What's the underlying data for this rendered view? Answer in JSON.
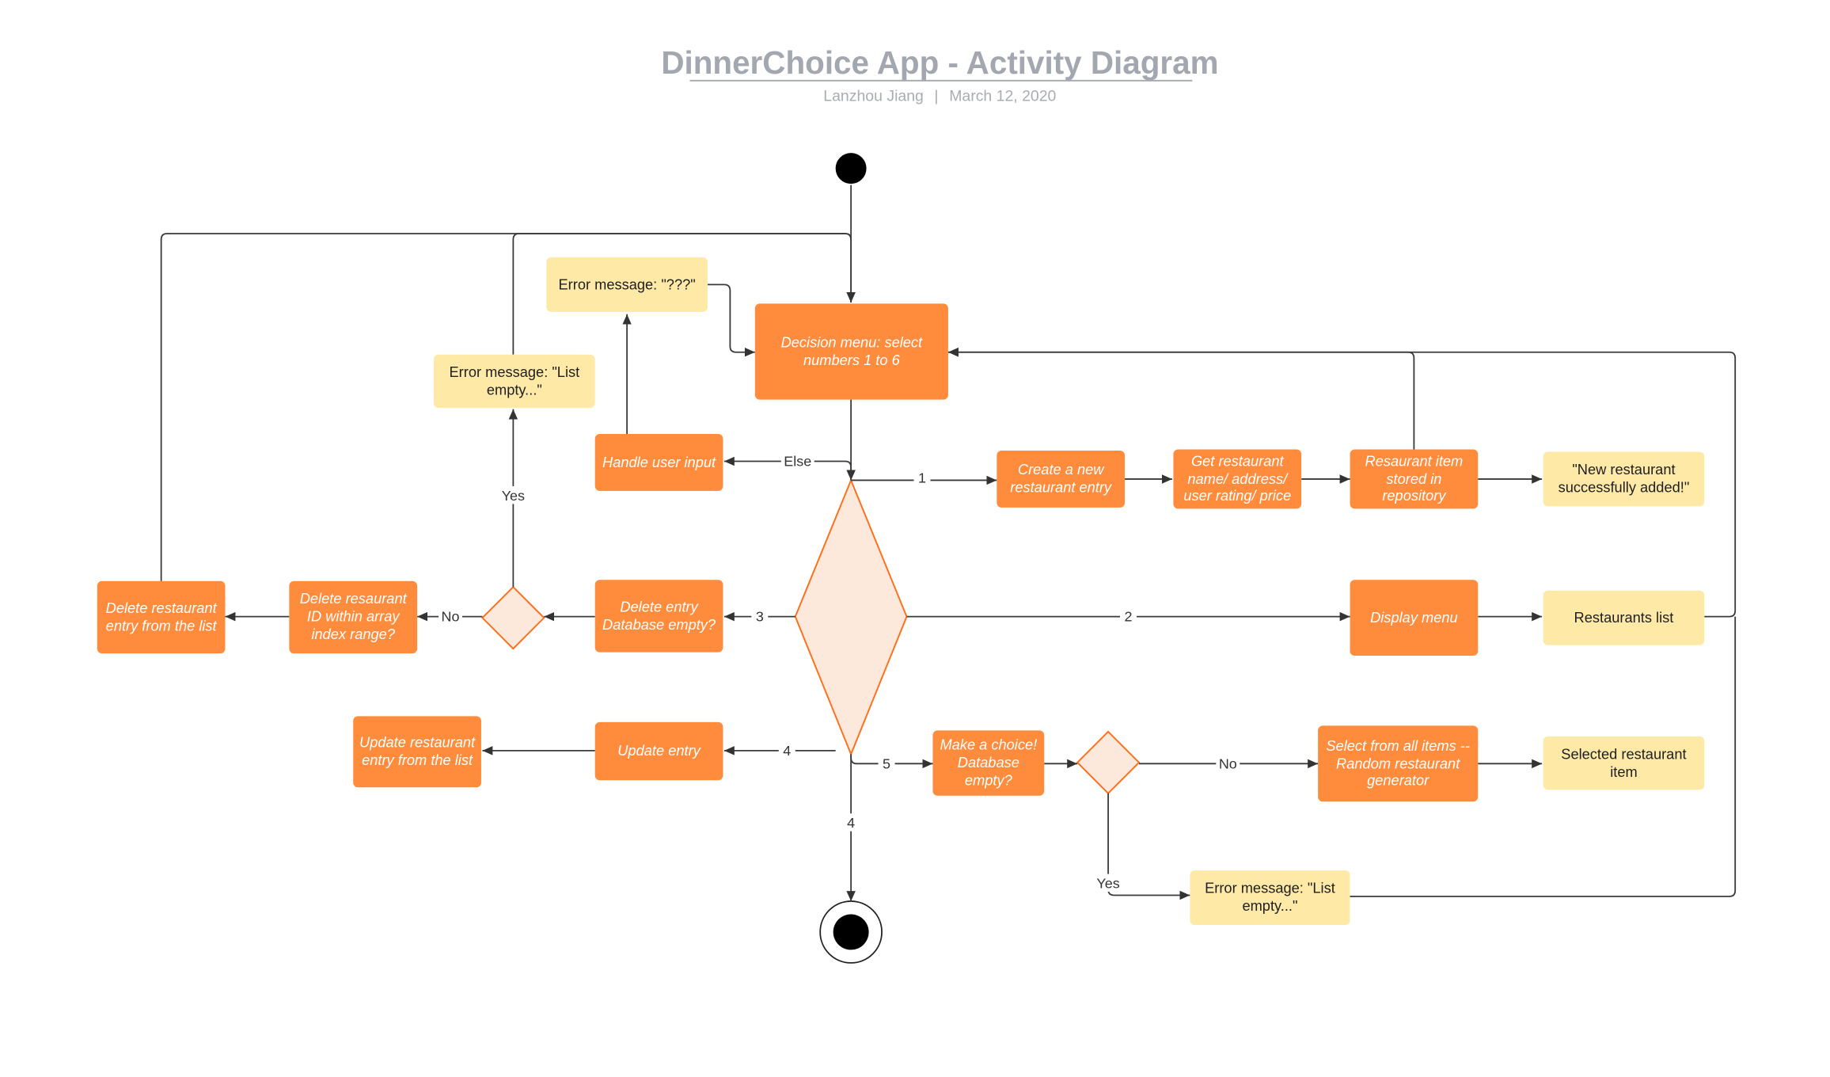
{
  "header": {
    "title": "DinnerChoice App - Activity Diagram",
    "author": "Lanzhou Jiang",
    "separator": "|",
    "date": "March 12, 2020"
  },
  "nodes": {
    "decision_menu": "Decision menu: select numbers 1 to 6",
    "error_unknown": "Error message: \"???\"",
    "error_list_empty_top": "Error message: \"List empty...\"",
    "handle_user_input": "Handle user input",
    "create_entry": "Create a new restaurant entry",
    "get_restaurant_info": "Get restaurant name/ address/ user rating/ price",
    "item_stored": "Resaurant item stored in repository",
    "new_restaurant_added": "\"New restaurant successfully added!\"",
    "delete_restaurant_entry": "Delete restaurant entry from the list",
    "delete_id_in_range": "Delete resaurant ID within array index range?",
    "delete_entry_db_empty": "Delete entry Database empty?",
    "display_menu": "Display menu",
    "restaurants_list": "Restaurants list",
    "update_restaurant_entry": "Update restaurant entry from the list",
    "update_entry": "Update entry",
    "make_choice": "Make a choice! Database empty?",
    "random_generator": "Select from all items -- Random restaurant generator",
    "selected_item": "Selected restaurant item",
    "error_list_empty_bottom": "Error message: \"List empty...\""
  },
  "edge_labels": {
    "else": "Else",
    "opt1": "1",
    "opt2": "2",
    "opt3": "3",
    "opt4_left": "4",
    "opt4_down": "4",
    "opt5": "5",
    "delete_yes": "Yes",
    "delete_no": "No",
    "choice_no": "No",
    "choice_yes": "Yes"
  },
  "colors": {
    "activity_fill": "#ff8c3c",
    "note_fill": "#fee9a6",
    "decision_fill": "#fde8dc",
    "decision_stroke": "#ff6f1a",
    "connector": "#3a3a3a",
    "title": "#a2a7b0"
  }
}
